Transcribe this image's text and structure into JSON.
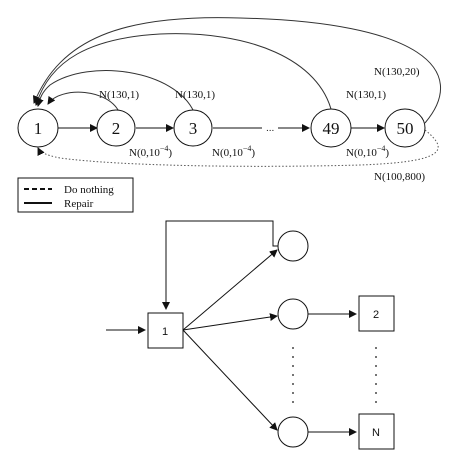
{
  "top_diagram": {
    "states": [
      "1",
      "2",
      "3",
      "49",
      "50"
    ],
    "ellipsis": "...",
    "edge_labels": {
      "two_to_one": "N(130,1)",
      "three_to_one": "N(130,1)",
      "fortynine_to_one": "N(130,1)",
      "fifty_to_one": "N(130,20)",
      "one_to_two": "N(0,10",
      "two_to_three": "N(0,10",
      "fortynine_to_fifty": "N(0,10",
      "fifty_dotted_to_one": "N(100,800)"
    },
    "exponent": "−4",
    "close_paren": ")",
    "legend": {
      "dashed": "Do nothing",
      "solid": "Repair"
    }
  },
  "bottom_diagram": {
    "nodes": {
      "source_box": "1",
      "box_2": "2",
      "box_n": "N"
    }
  }
}
